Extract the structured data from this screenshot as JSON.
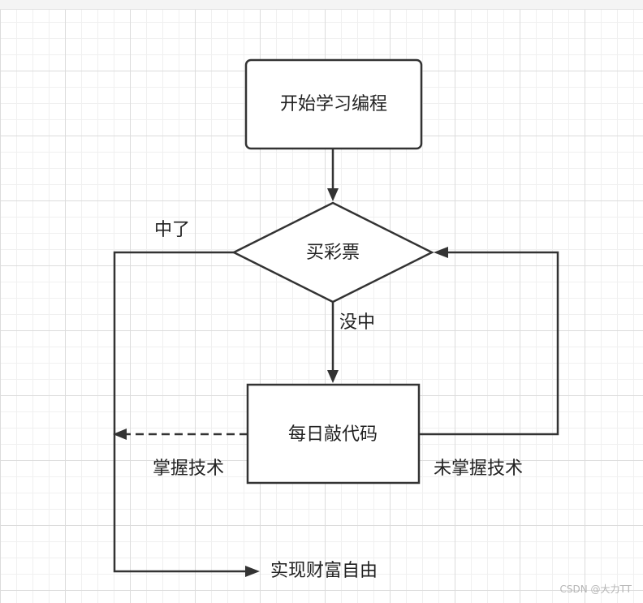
{
  "nodes": {
    "start": "开始学习编程",
    "decision": "买彩票",
    "process": "每日敲代码",
    "end": "实现财富自由"
  },
  "edges": {
    "win": "中了",
    "no_win": "没中",
    "mastered": "掌握技术",
    "not_mastered": "未掌握技术"
  },
  "watermark": "CSDN @大力TT",
  "colors": {
    "stroke": "#333333",
    "text": "#222222",
    "grid": "#dcdcdc"
  }
}
